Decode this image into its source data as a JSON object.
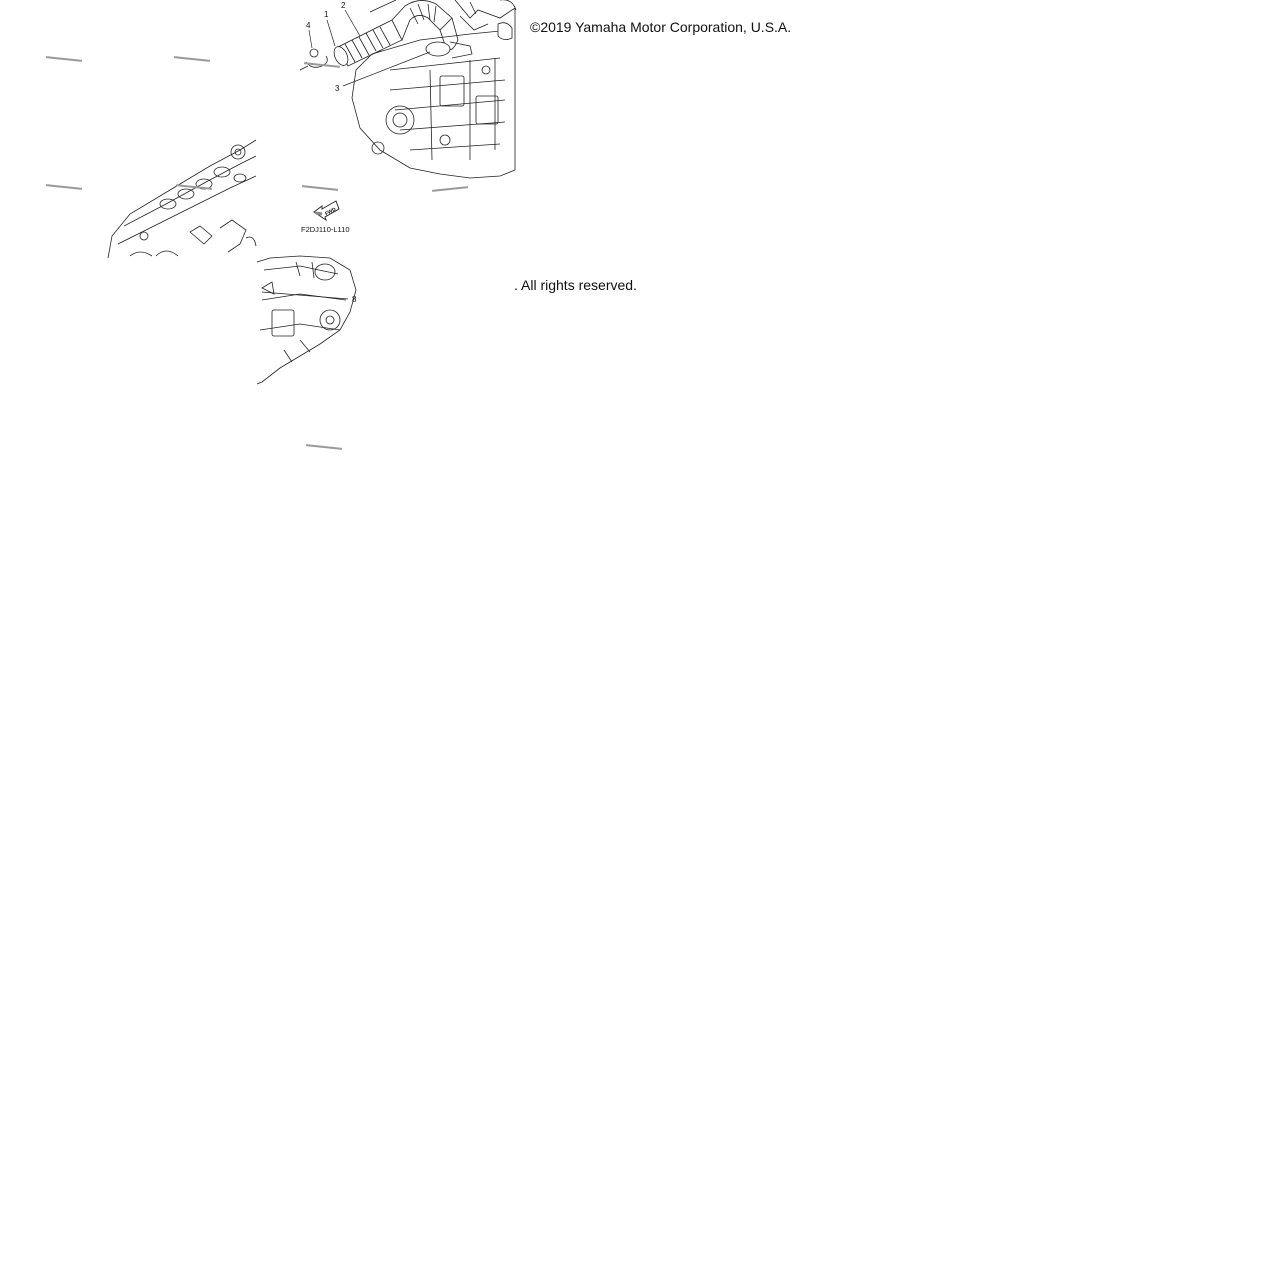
{
  "copyright": {
    "line1": "©2019 Yamaha Motor Corporation, U.S.A.",
    "line2": ". All rights reserved."
  },
  "diagram": {
    "callouts": [
      "1",
      "2",
      "3",
      "4",
      "8"
    ],
    "fwd_label": "FWD",
    "drawing_code": "F2DJ110-L110"
  },
  "colors": {
    "ink": "#111111",
    "watermark": "#9a9a9a"
  }
}
